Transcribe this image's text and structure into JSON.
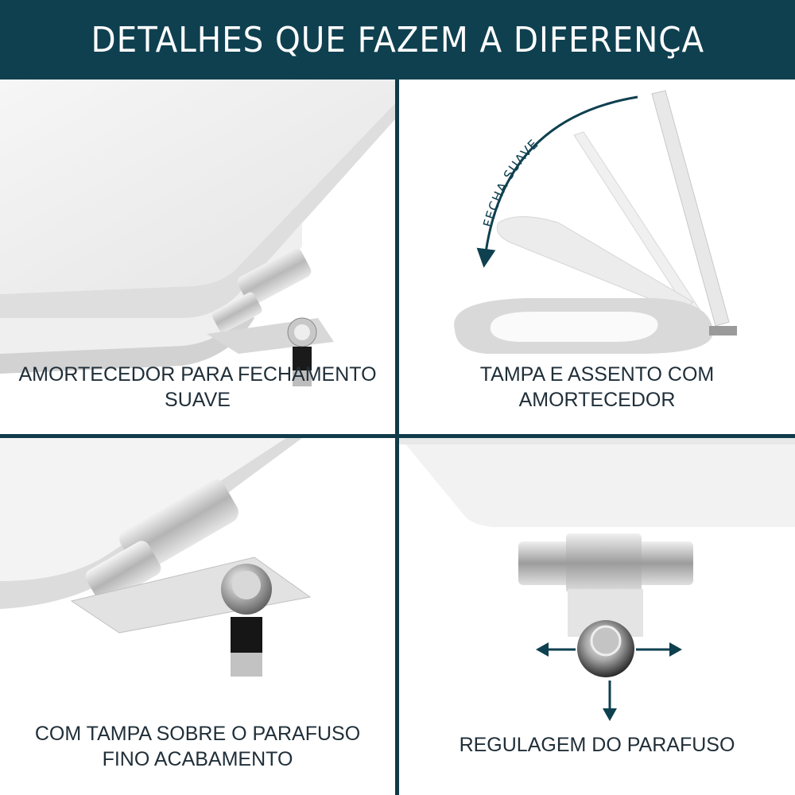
{
  "header": {
    "title": "DETALHES QUE FAZEM A DIFERENÇA"
  },
  "colors": {
    "header_bg": "#0f4050",
    "divider": "#0f3b4a",
    "caption_text": "#1f2e38",
    "arrow": "#0f4050"
  },
  "panels": [
    {
      "caption_line1": "AMORTECEDOR PARA FECHAMENTO",
      "caption_line2": "SUAVE",
      "image": "soft-close-hinge-closeup"
    },
    {
      "caption_line1": "TAMPA E ASSENTO COM",
      "caption_line2": "AMORTECEDOR",
      "image": "seat-lid-closing-sequence",
      "arc_label": "FECHA SUAVE"
    },
    {
      "caption_line1": "COM TAMPA SOBRE O PARAFUSO",
      "caption_line2": "FINO ACABAMENTO",
      "image": "hinge-bolt-cap-closeup"
    },
    {
      "caption_line1": "REGULAGEM DO PARAFUSO",
      "caption_line2": "",
      "image": "adjustable-bolt-arrows"
    }
  ]
}
